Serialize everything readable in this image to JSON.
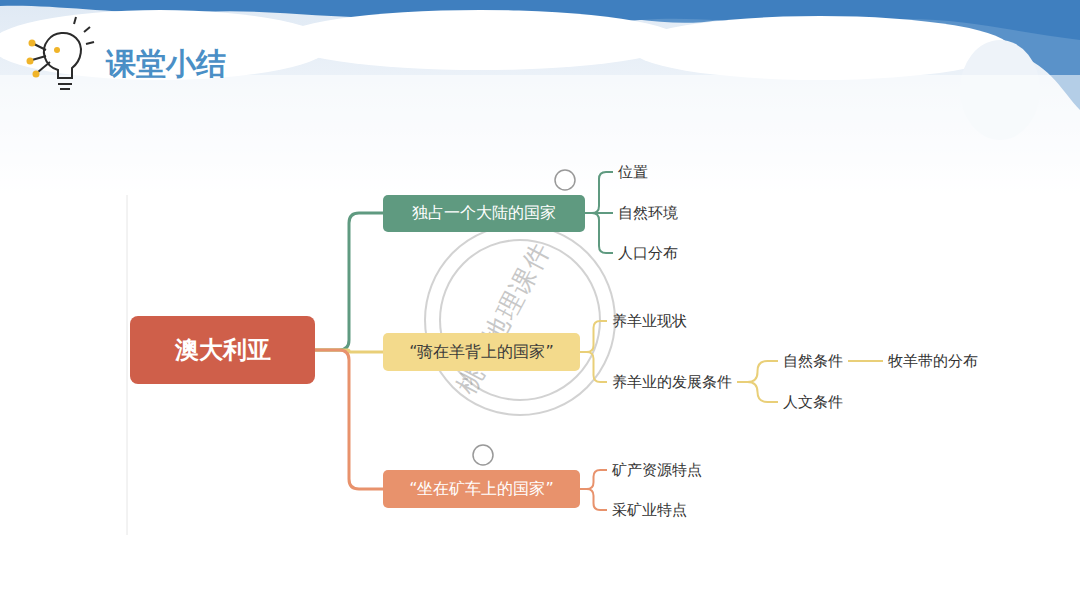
{
  "diagram": {
    "title": "课堂小结",
    "nodes": [
      {
        "text": [
          "澳大利亚"
        ]
      },
      {
        "text": [
          "独占一个大陆的国家"
        ]
      },
      {
        "text": [
          "位置"
        ]
      },
      {
        "text": [
          "自然环境"
        ]
      },
      {
        "text": [
          "人口分布"
        ]
      },
      {
        "text": [
          "“骑在羊背上的国家”"
        ]
      },
      {
        "text": [
          "养羊业现状"
        ]
      },
      {
        "text": [
          "养羊业的发展条件"
        ]
      },
      {
        "text": [
          "自然条件"
        ]
      },
      {
        "text": [
          "牧羊带的分布"
        ]
      },
      {
        "text": [
          "人文条件"
        ]
      },
      {
        "text": [
          "“坐在矿车上的国家”"
        ]
      },
      {
        "text": [
          "矿产资源特点"
        ]
      },
      {
        "text": [
          "采矿业特点"
        ]
      }
    ],
    "edges": [
      {
        "from": 0,
        "to": 1,
        "arrow": "none"
      },
      {
        "from": 0,
        "to": 5,
        "arrow": "none"
      },
      {
        "from": 0,
        "to": 11,
        "arrow": "none"
      },
      {
        "from": 1,
        "to": 2,
        "arrow": "none"
      },
      {
        "from": 1,
        "to": 3,
        "arrow": "none"
      },
      {
        "from": 1,
        "to": 4,
        "arrow": "none"
      },
      {
        "from": 5,
        "to": 6,
        "arrow": "none"
      },
      {
        "from": 5,
        "to": 7,
        "arrow": "none"
      },
      {
        "from": 7,
        "to": 8,
        "arrow": "none"
      },
      {
        "from": 7,
        "to": 10,
        "arrow": "none"
      },
      {
        "from": 8,
        "to": 9,
        "arrow": "none"
      },
      {
        "from": 11,
        "to": 12,
        "arrow": "none"
      },
      {
        "from": 11,
        "to": 13,
        "arrow": "none"
      }
    ],
    "labels": [
      "桃子地理课件"
    ]
  }
}
